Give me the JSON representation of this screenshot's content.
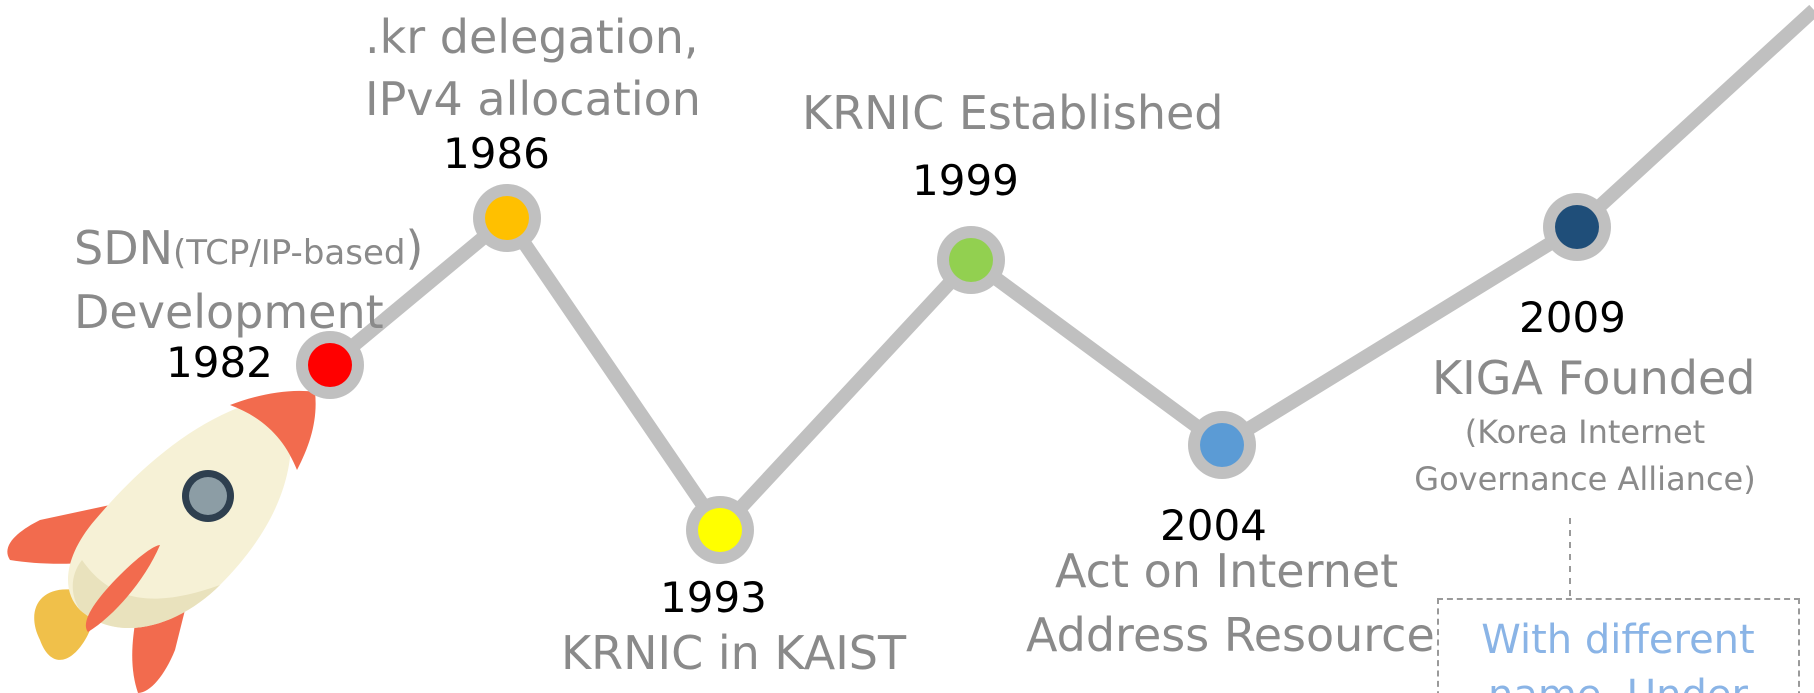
{
  "timeline": {
    "colors": {
      "line": "#c0c0c0",
      "node_ring": "#c0c0c0",
      "label_gray": "#8a8a8a",
      "note_blue": "#8ab4e6"
    },
    "milestones": [
      {
        "year": "1982",
        "label_lines": [
          "Development"
        ],
        "title_main": "SDN",
        "title_small": "(TCP/IP-based",
        "title_close": ")",
        "dot_color": "#ff0000"
      },
      {
        "year": "1986",
        "label_lines": [
          ".kr delegation,",
          "IPv4 allocation"
        ],
        "dot_color": "#ffc000"
      },
      {
        "year": "1993",
        "label_lines": [
          "KRNIC in KAIST"
        ],
        "dot_color": "#ffff00"
      },
      {
        "year": "1999",
        "label_lines": [
          "KRNIC Established"
        ],
        "dot_color": "#92d050"
      },
      {
        "year": "2004",
        "label_lines": [
          "Act on Internet",
          "Address Resource"
        ],
        "dot_color": "#5b9bd5"
      },
      {
        "year": "2009",
        "label_lines": [
          "KIGA Founded"
        ],
        "sub_lines": [
          "(Korea Internet",
          "Governance Alliance)"
        ],
        "dot_color": "#1f4e79"
      }
    ],
    "note": {
      "lines": [
        "With different",
        "name. Under"
      ]
    }
  }
}
